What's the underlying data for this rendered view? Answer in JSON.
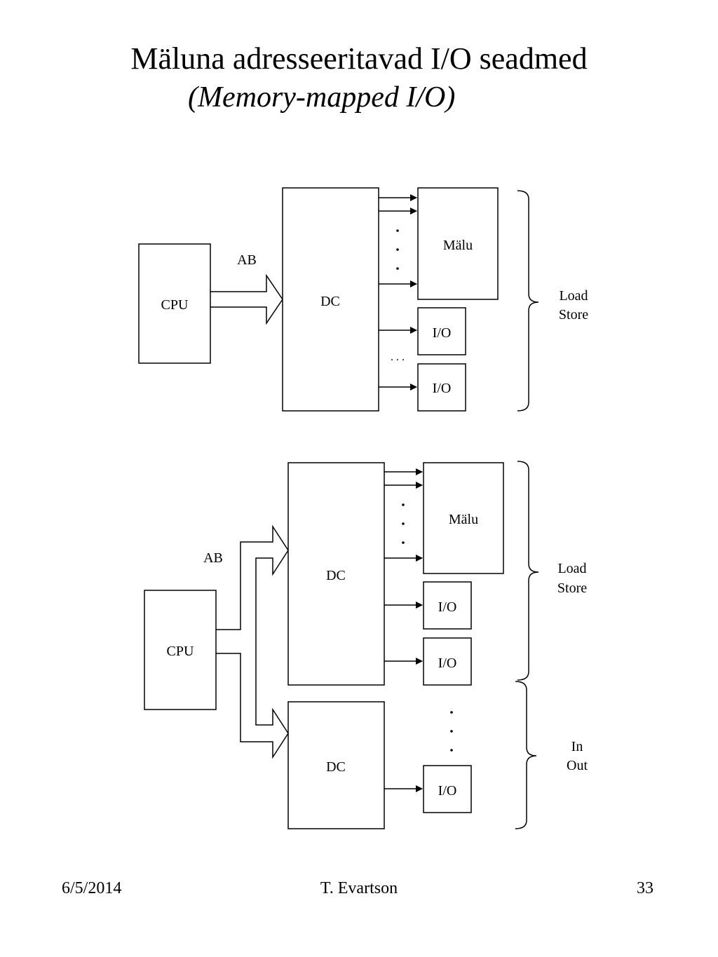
{
  "title": "Mäluna adresseeritavad I/O seadmed",
  "subtitle": "(Memory-mapped I/O)",
  "diagram1": {
    "cpu": "CPU",
    "bus": "AB",
    "decoder": "DC",
    "memory": "Mälu",
    "io": [
      "I/O",
      "I/O"
    ],
    "dots_h": ". . .",
    "bracket_labels": [
      "Load",
      "Store"
    ]
  },
  "diagram2": {
    "cpu": "CPU",
    "bus": "AB",
    "decoder_top": "DC",
    "decoder_bottom": "DC",
    "memory": "Mälu",
    "io": [
      "I/O",
      "I/O",
      "I/O"
    ],
    "bracket_top_labels": [
      "Load",
      "Store"
    ],
    "bracket_bottom_labels": [
      "In",
      "Out"
    ]
  },
  "footer": {
    "date": "6/5/2014",
    "author": "T. Evartson",
    "page": "33"
  }
}
